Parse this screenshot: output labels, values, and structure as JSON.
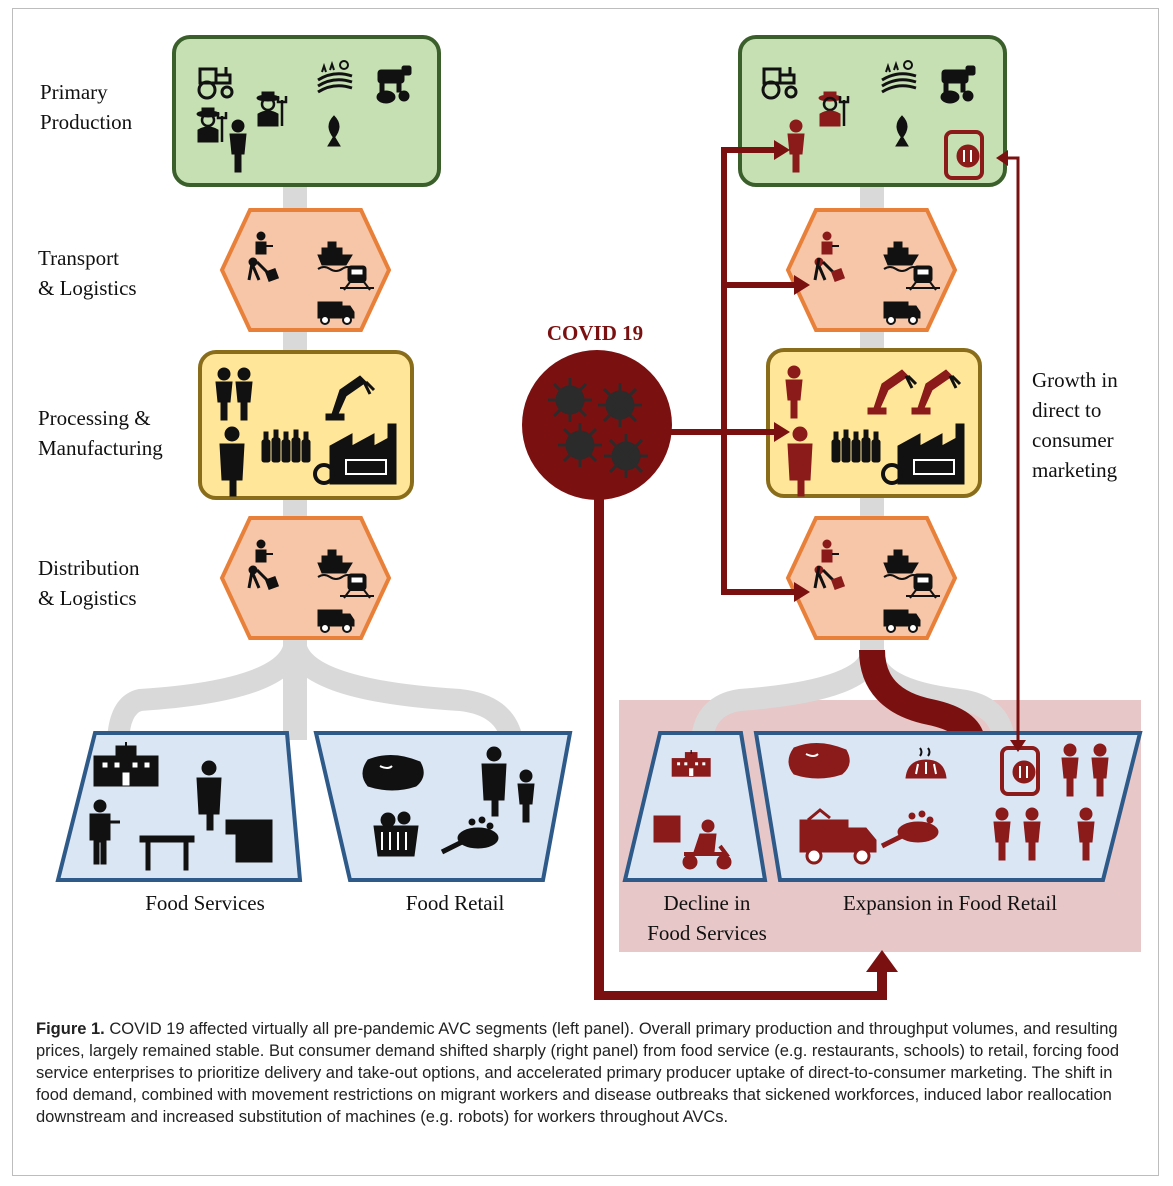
{
  "colors": {
    "primary_fill": "#c6e0b4",
    "primary_border": "#3a5f2a",
    "logistics_fill": "#f7c6a8",
    "logistics_border": "#e8803a",
    "processing_fill": "#ffe699",
    "processing_border": "#8a6d1a",
    "retail_fill": "#dbe6f4",
    "retail_border": "#2e5a8a",
    "covid": "#7b1010",
    "highlight_panel": "#e7c7c7",
    "connector": "#d9d9d9",
    "icon_dark": "#111111",
    "icon_red": "#8b1a1a"
  },
  "left_panel": {
    "stage_labels": {
      "primary": "Primary\nProduction",
      "transport": "Transport\n& Logistics",
      "processing": "Processing &\nManufacturing",
      "distribution": "Distribution\n& Logistics"
    },
    "outlet_labels": {
      "food_services": "Food  Services",
      "food_retail": "Food Retail"
    }
  },
  "right_panel": {
    "covid_label": "COVID 19",
    "growth_label": "Growth in\ndirect to\nconsumer\nmarketing",
    "decline_label": "Decline in\nFood Services",
    "expansion_label": "Expansion in Food Retail"
  },
  "icons": [
    "tractor-icon",
    "farmer-icon",
    "field-sun-icon",
    "livestock-icon",
    "fish-icon",
    "worker-icon",
    "ship-icon",
    "train-icon",
    "truck-icon",
    "factory-icon",
    "robot-arm-icon",
    "milk-bottles-icon",
    "school-icon",
    "waiter-icon",
    "chef-icon",
    "meat-icon",
    "basket-icon",
    "bread-icon",
    "delivery-scooter-icon",
    "phone-order-icon",
    "delivery-truck-icon",
    "virus-icon"
  ],
  "caption": {
    "label": "Figure 1.",
    "text": " COVID 19 affected virtually all pre-pandemic AVC segments (left panel). Overall primary production and throughput volumes, and resulting prices, largely remained stable. But consumer demand shifted sharply (right panel) from food service (e.g. restaurants, schools) to retail, forcing food service enterprises to prioritize delivery and take-out options, and accelerated primary producer uptake of direct-to-consumer marketing. The shift in food demand, combined with movement restrictions on migrant workers and disease outbreaks that sickened workforces, induced labor reallocation downstream and increased substitution of machines (e.g. robots) for workers throughout AVCs."
  }
}
